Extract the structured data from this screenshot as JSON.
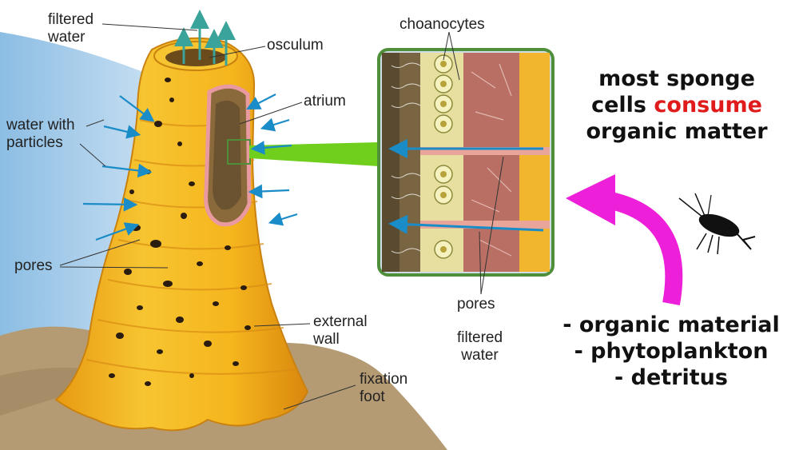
{
  "labels": {
    "filtered_water_top": "filtered\nwater",
    "osculum": "osculum",
    "atrium": "atrium",
    "water_with_particles": "water with\nparticles",
    "pores_left": "pores",
    "external_wall": "external\nwall",
    "fixation_foot": "fixation\nfoot",
    "choanocytes": "choanocytes",
    "pores_inset": "pores",
    "filtered_water_inset": "filtered\nwater"
  },
  "headline": {
    "line1": "most sponge",
    "line2_prefix": "cells ",
    "line2_highlight": "consume",
    "line3": "organic matter"
  },
  "food_list": [
    "- organic material",
    "- phytoplankton",
    "- detritus"
  ],
  "colors": {
    "sponge_yellow": "#f3b619",
    "inset_border": "#4f8f3a",
    "arrow_blue": "#1a8cc7",
    "zoom_green": "#6fcf1c",
    "magenta_arrow": "#ee1fd8",
    "consume_red": "#e01b1b"
  },
  "icons": [
    "copepod-icon",
    "magenta-curved-arrow-icon"
  ]
}
